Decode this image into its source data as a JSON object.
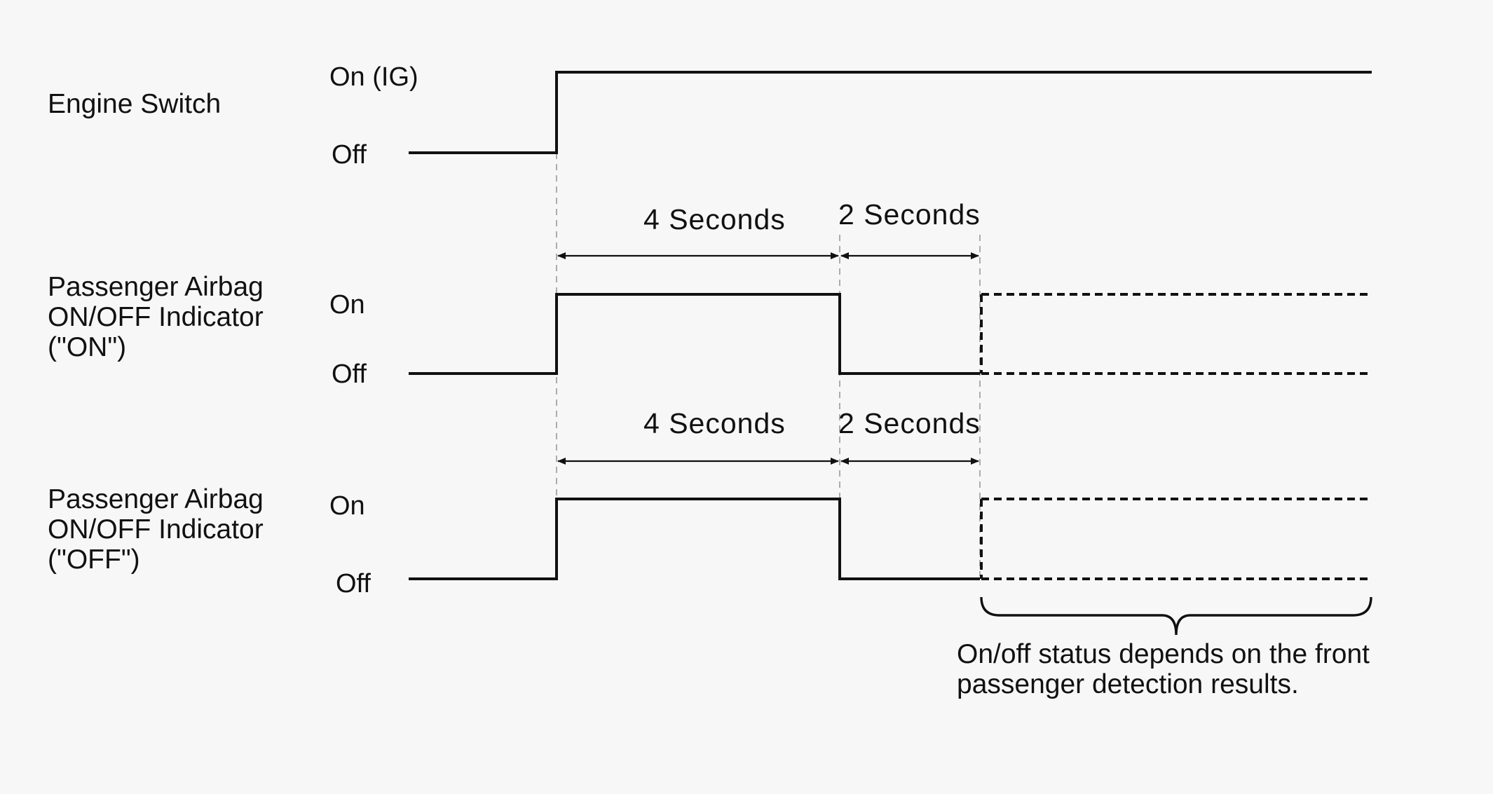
{
  "rows": [
    {
      "label_lines": [
        "Engine Switch"
      ],
      "high_label": "On (IG)",
      "low_label": "Off"
    },
    {
      "label_lines": [
        "Passenger Airbag",
        "ON/OFF Indicator",
        "(\"ON\")"
      ],
      "high_label": "On",
      "low_label": "Off"
    },
    {
      "label_lines": [
        "Passenger Airbag",
        "ON/OFF Indicator",
        "(\"OFF\")"
      ],
      "high_label": "On",
      "low_label": "Off"
    }
  ],
  "durations": {
    "first": "4 Seconds",
    "second": "2 Seconds"
  },
  "note_lines": [
    "On/off status depends on the front",
    "passenger detection results."
  ]
}
